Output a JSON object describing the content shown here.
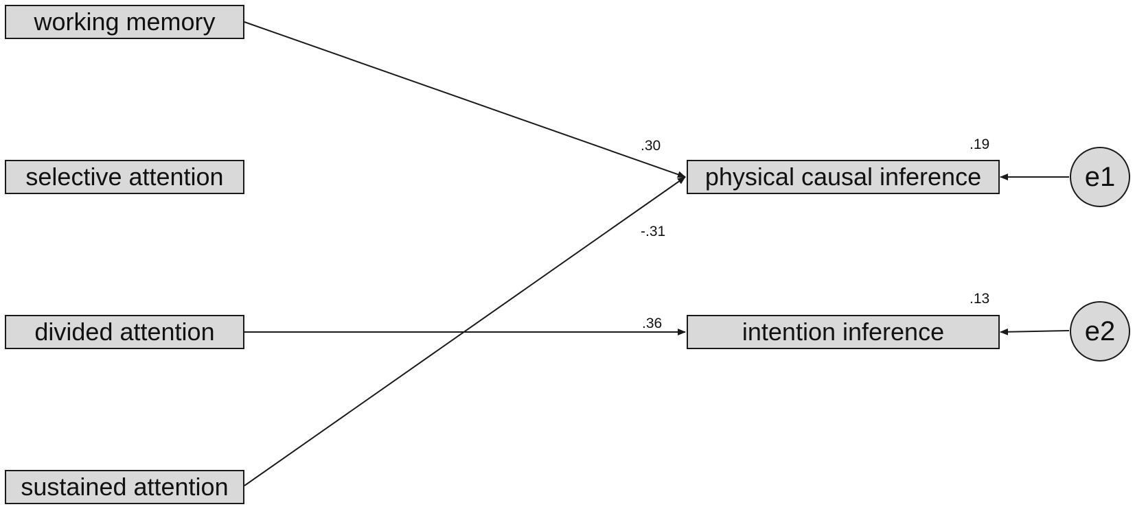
{
  "colors": {
    "box_fill": "#d9d9d9",
    "stroke": "#1a1a1a"
  },
  "nodes": {
    "working_memory": "working memory",
    "selective_attention": "selective attention",
    "divided_attention": "divided attention",
    "sustained_attention": "sustained attention",
    "physical_causal_inference": "physical causal inference",
    "intention_inference": "intention inference",
    "e1": "e1",
    "e2": "e2"
  },
  "paths": [
    {
      "from": "working memory",
      "to": "physical causal inference",
      "coefficient": ".30"
    },
    {
      "from": "sustained attention",
      "to": "physical causal inference",
      "coefficient": "-.31"
    },
    {
      "from": "divided attention",
      "to": "intention inference",
      "coefficient": ".36"
    },
    {
      "from": "e1",
      "to": "physical causal inference",
      "coefficient": ""
    },
    {
      "from": "e2",
      "to": "intention inference",
      "coefficient": ""
    }
  ],
  "r_squared": {
    "physical_causal_inference": ".19",
    "intention_inference": ".13"
  }
}
